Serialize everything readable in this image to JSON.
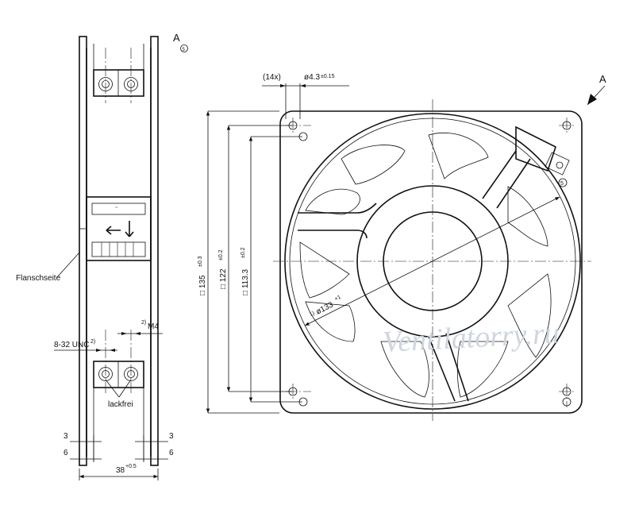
{
  "view_marker": {
    "letter": "A",
    "circled_index": "5"
  },
  "side_view": {
    "flange_label": "Flanschseite",
    "thread_unc": "8-32 UNC",
    "thread_unc_note": "2)",
    "thread_metric_note": "2)",
    "thread_metric": "M4",
    "paint_free_label": "lackfrei",
    "dim_left_3": "3",
    "dim_left_6": "6",
    "dim_right_3": "3",
    "dim_right_6": "6",
    "dim_width": "38",
    "dim_width_tol": "+0.5"
  },
  "front_view": {
    "hole_count": "(14x)",
    "hole_dia": "ø4.3",
    "hole_dia_tol": "±0.15",
    "square_135": "□ 135",
    "square_135_tol": "±0.3",
    "square_122": "□ 122",
    "square_122_tol": "±0.2",
    "square_113": "□ 113.3",
    "square_113_tol": "±0.2",
    "dia_note": "1)",
    "dia_133": "ø133",
    "dia_133_tol": "+1",
    "view_arrow_letter": "A",
    "connector_index": "5"
  },
  "watermark": "Ventilatorry.ru"
}
